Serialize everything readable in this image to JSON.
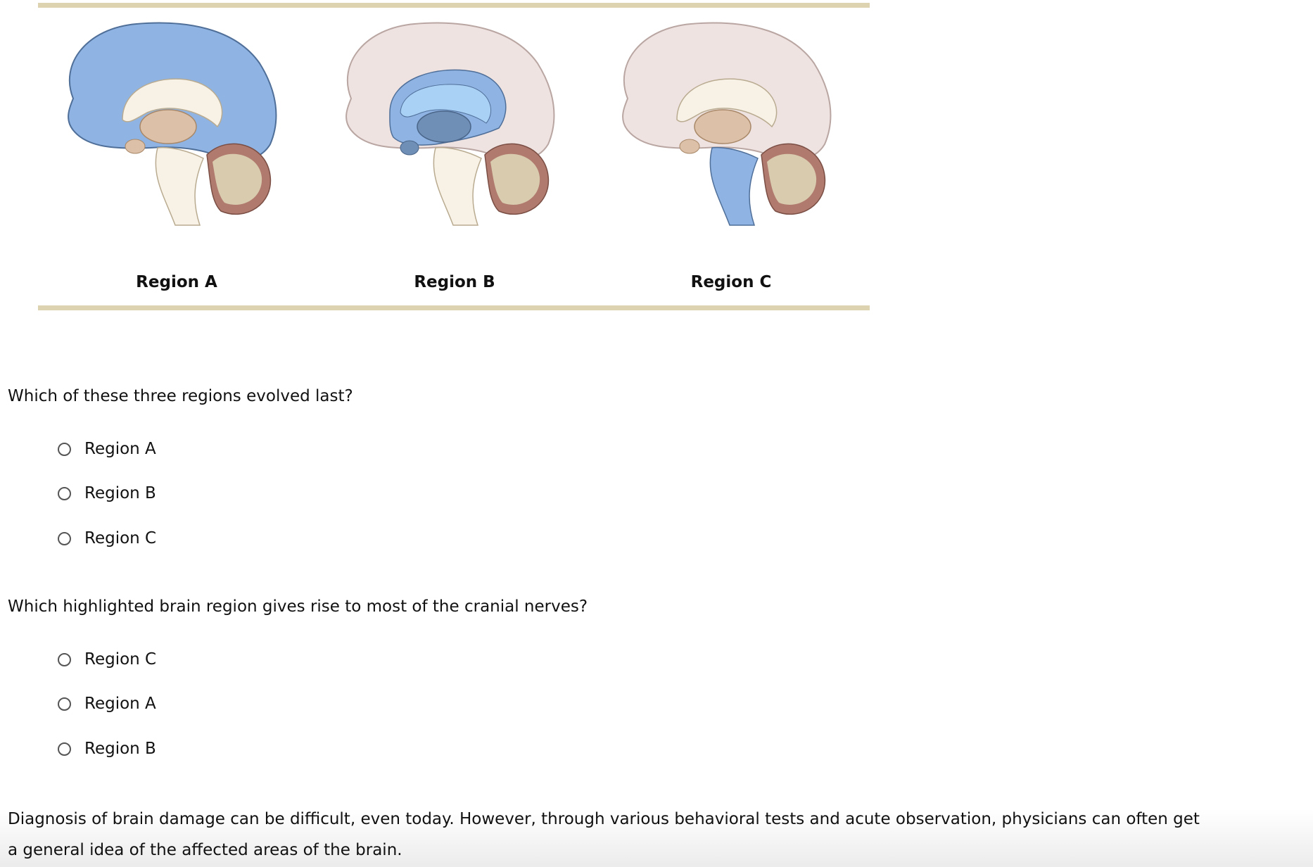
{
  "figure": {
    "labels": [
      "Region A",
      "Region B",
      "Region C"
    ],
    "colors": {
      "highlight": "#8fb4e3",
      "highlight_light": "#a9d0f5",
      "highlight_dark": "#6f8fb6",
      "brain_base": "#efe3e1",
      "white_matter": "#f7f1e6",
      "thalamus": "#dcc0a8",
      "cerebellum_outer": "#b07a6e",
      "cerebellum_inner": "#d9ccae",
      "rule": "#ddd3b0"
    }
  },
  "questions": [
    {
      "text": "Which of these three regions evolved last?",
      "options": [
        "Region A",
        "Region B",
        "Region C"
      ]
    },
    {
      "text": "Which highlighted brain region gives rise to most of the cranial nerves?",
      "options": [
        "Region C",
        "Region A",
        "Region B"
      ]
    }
  ],
  "paragraph": "Diagnosis of brain damage can be difficult, even today. However, through various behavioral tests and acute observation, physicians can often get a general idea of the affected areas of the brain."
}
